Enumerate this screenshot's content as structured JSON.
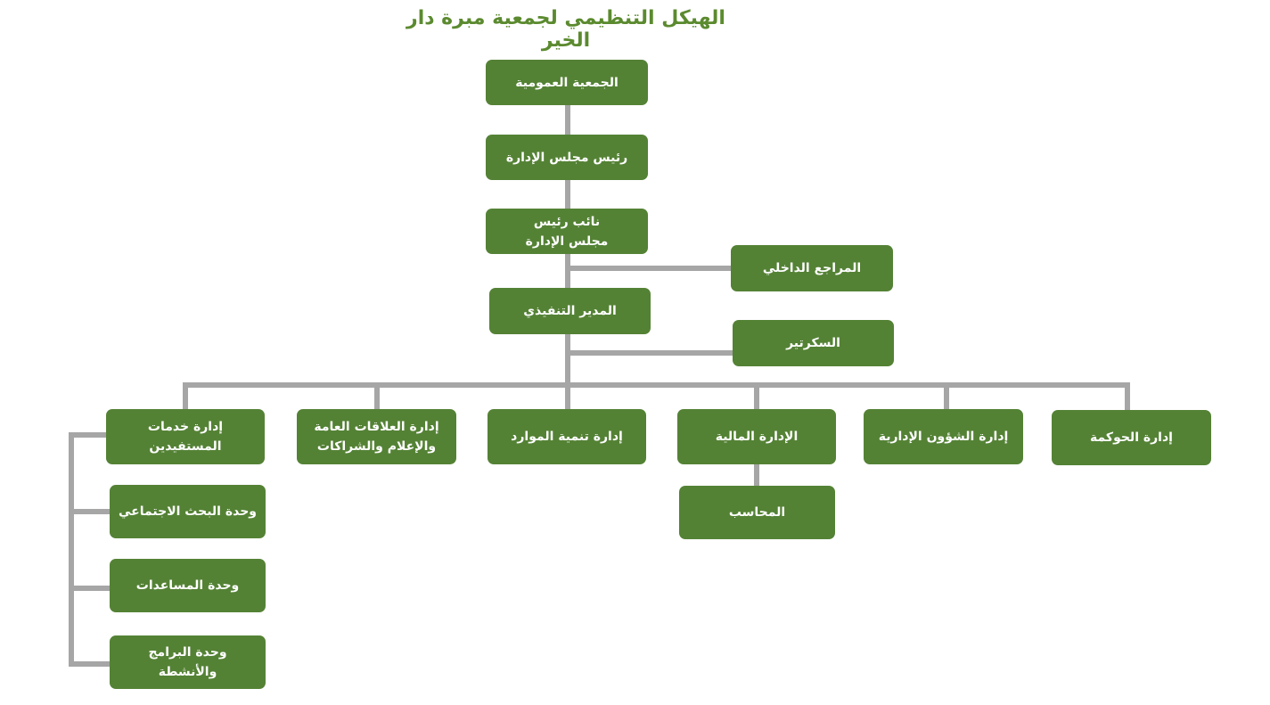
{
  "title": "الهيكل التنظيمي لجمعية مبرة دار الخير",
  "nodes": {
    "general_assembly": "الجمعية العمومية",
    "chairman": "رئيس مجلس الإدارة",
    "vice_chairman": "نائب رئيس مجلس الإدارة",
    "internal_auditor": "المراجع الداخلي",
    "executive_director": "المدير التنفيذي",
    "secretary": "السكرتير",
    "governance": "إدارة الحوكمة",
    "admin_affairs": "إدارة الشؤون الإدارية",
    "finance": "الإدارة المالية",
    "accountant": "المحاسب",
    "resource_development": "إدارة تنمية الموارد",
    "public_relations": "إدارة العلاقات العامة والإعلام والشراكات",
    "beneficiary_services": "إدارة خدمات المستفيدين",
    "social_research": "وحدة البحث الاجتماعي",
    "assistance": "وحدة المساعدات",
    "programs": "وحدة البرامج والأنشطة"
  },
  "colors": {
    "box": "#548235",
    "line": "#a6a6a6",
    "title": "#5b8a2f"
  }
}
